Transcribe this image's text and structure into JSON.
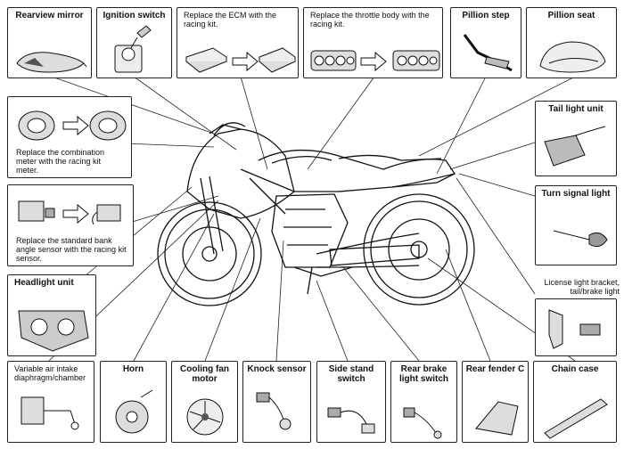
{
  "callouts": {
    "rearview_mirror": "Rearview mirror",
    "ignition_switch": "Ignition switch",
    "replace_ecm": "Replace the ECM with the racing kit.",
    "replace_throttle": "Replace the throttle body with the racing kit.",
    "pillion_step": "Pillion step",
    "pillion_seat": "Pillion seat",
    "combination_meter": "Replace the combination meter with the racing kit meter.",
    "tail_light": "Tail light unit",
    "bank_angle": "Replace the standard bank angle sensor with the racing kit sensor.",
    "turn_signal": "Turn signal light",
    "headlight": "Headlight unit",
    "license_light": "License light bracket, tail/brake light",
    "variable_air": "Variable air intake diaphragm/chamber",
    "horn": "Horn",
    "cooling_fan": "Cooling fan motor",
    "knock_sensor": "Knock sensor",
    "side_stand": "Side stand switch",
    "rear_brake": "Rear brake light switch",
    "rear_fender": "Rear fender C",
    "chain_case": "Chain case"
  }
}
